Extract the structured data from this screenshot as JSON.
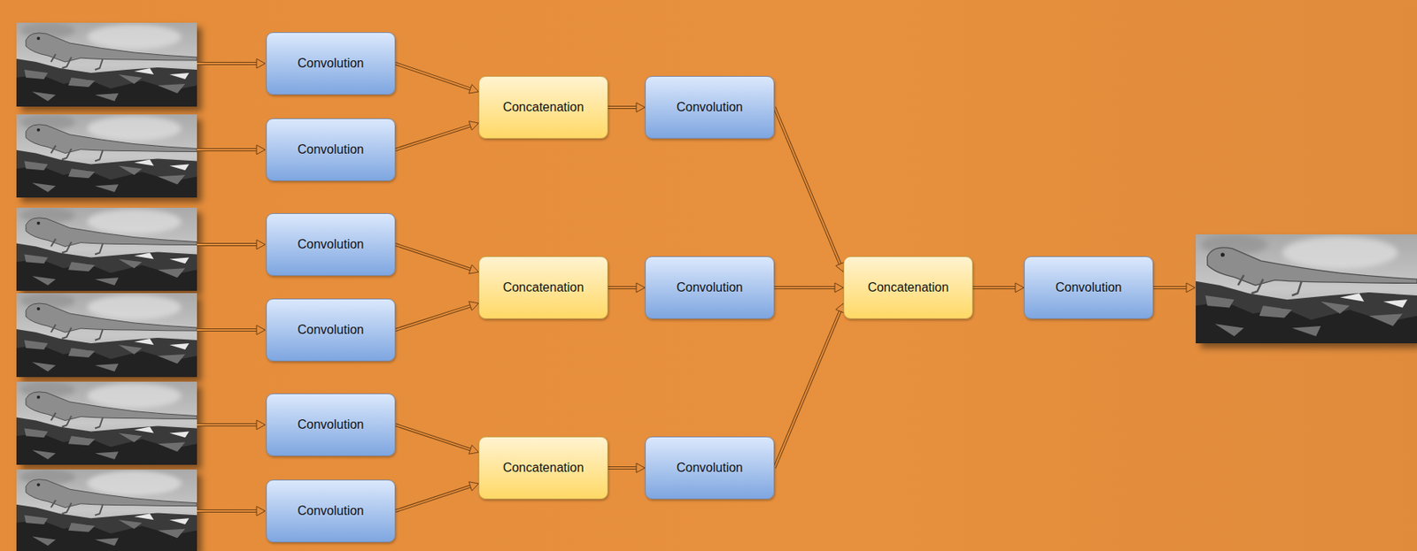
{
  "diagram": {
    "nodes": [
      {
        "text": [
          "Convolution"
        ]
      },
      {
        "text": [
          "Convolution"
        ]
      },
      {
        "text": [
          "Convolution"
        ]
      },
      {
        "text": [
          "Convolution"
        ]
      },
      {
        "text": [
          "Convolution"
        ]
      },
      {
        "text": [
          "Convolution"
        ]
      },
      {
        "text": [
          "Concatenation"
        ]
      },
      {
        "text": [
          "Concatenation"
        ]
      },
      {
        "text": [
          "Concatenation"
        ]
      },
      {
        "text": [
          "Convolution"
        ]
      },
      {
        "text": [
          "Convolution"
        ]
      },
      {
        "text": [
          "Convolution"
        ]
      },
      {
        "text": [
          "Concatenation"
        ]
      },
      {
        "text": [
          "Convolution"
        ]
      }
    ],
    "edges": [
      {
        "from": 0,
        "to": 6,
        "arrow": "to"
      },
      {
        "from": 1,
        "to": 6,
        "arrow": "to"
      },
      {
        "from": 2,
        "to": 7,
        "arrow": "to"
      },
      {
        "from": 3,
        "to": 7,
        "arrow": "to"
      },
      {
        "from": 4,
        "to": 8,
        "arrow": "to"
      },
      {
        "from": 5,
        "to": 8,
        "arrow": "to"
      },
      {
        "from": 6,
        "to": 9,
        "arrow": "to"
      },
      {
        "from": 7,
        "to": 10,
        "arrow": "to"
      },
      {
        "from": 8,
        "to": 11,
        "arrow": "to"
      },
      {
        "from": 9,
        "to": 12,
        "arrow": "to"
      },
      {
        "from": 10,
        "to": 12,
        "arrow": "to"
      },
      {
        "from": 11,
        "to": 12,
        "arrow": "to"
      },
      {
        "from": 12,
        "to": 13,
        "arrow": "to"
      }
    ]
  }
}
